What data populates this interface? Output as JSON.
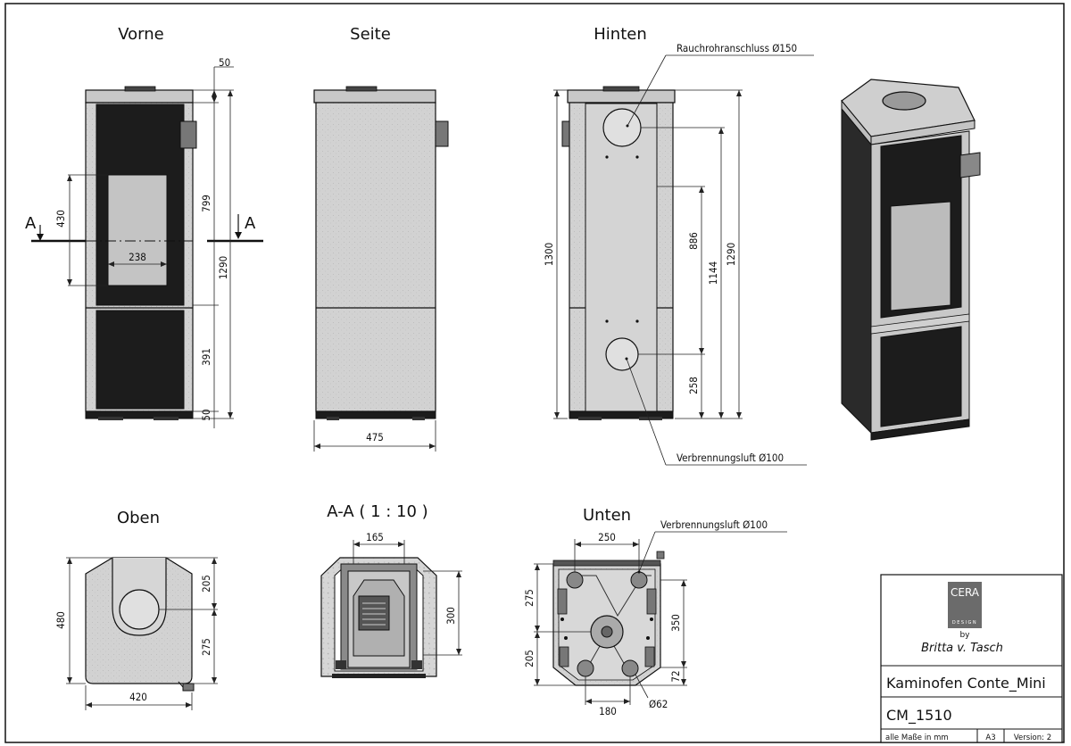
{
  "views": {
    "front": "Vorne",
    "side": "Seite",
    "back": "Hinten",
    "top": "Oben",
    "section": "A-A ( 1 : 10 )",
    "bottom": "Unten"
  },
  "section_marker": "A",
  "dimensions": {
    "front_top_offset": "50",
    "front_upper_height": "799",
    "front_total_height": "1290",
    "front_lower_height": "391",
    "front_bottom_offset": "50",
    "front_window_height": "430",
    "front_window_width": "238",
    "side_width": "475",
    "back_height_left": "1300",
    "back_height_886": "886",
    "back_height_1144": "1144",
    "back_height_1290": "1290",
    "back_height_258": "258",
    "top_depth": "480",
    "top_front_part": "205",
    "top_rear_part": "275",
    "top_width": "420",
    "section_inner_width": "165",
    "section_height": "300",
    "bottom_width_250": "250",
    "bottom_275": "275",
    "bottom_205": "205",
    "bottom_350": "350",
    "bottom_72": "72",
    "bottom_180": "180",
    "bottom_diameter": "Ø62"
  },
  "callouts": {
    "flue": "Rauchrohranschluss Ø150",
    "air_back": "Verbrennungsluft Ø100",
    "air_bottom": "Verbrennungsluft Ø100"
  },
  "title_block": {
    "logo_top": "CERA",
    "logo_bottom": "DESIGN",
    "by": "by",
    "signature": "Britta v. Tasch",
    "product": "Kaminofen Conte_Mini",
    "drawing_no": "CM_1510",
    "units": "alle Maße in mm",
    "format": "A3",
    "version": "Version: 2"
  }
}
